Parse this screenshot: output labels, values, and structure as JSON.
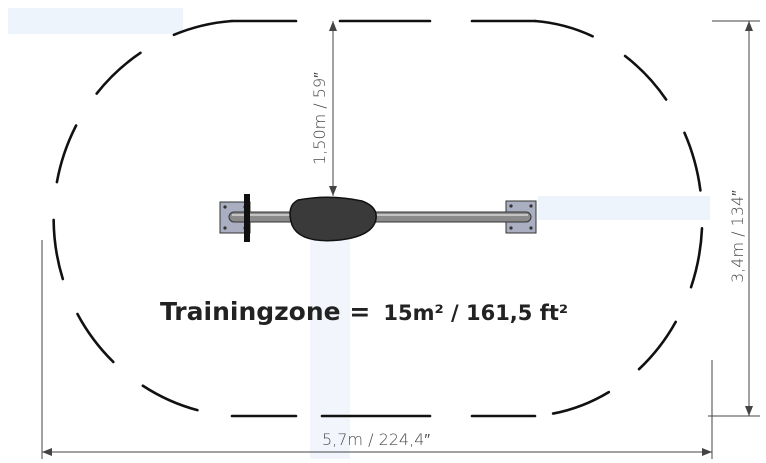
{
  "diagram": {
    "height_dimension": "1,50m / 59″",
    "depth_dimension": "3,4m / 134″",
    "width_dimension": "5,7m / 224,4″",
    "zone_label": "Trainingzone =",
    "zone_value": "15m² / 161,5 ft²"
  },
  "colors": {
    "outline": "#111111",
    "dimension_line": "#444444",
    "overlay": "#eef4fb",
    "plate": "#a9aec0",
    "bar": "#8a8a8a",
    "seat": "#3a3a3a"
  }
}
